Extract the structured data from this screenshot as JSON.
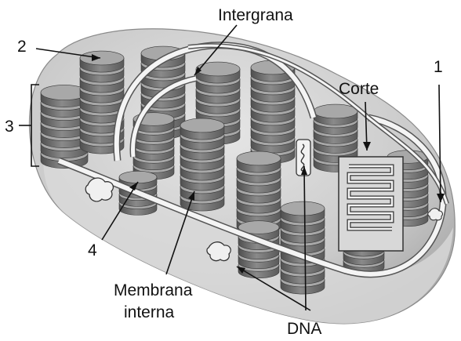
{
  "diagram": {
    "labels": {
      "intergrana": "Intergrana",
      "n2": "2",
      "n1": "1",
      "n3": "3",
      "corte": "Corte",
      "n4": "4",
      "membrana_line1": "Membrana",
      "membrana_line2": "interna",
      "dna": "DNA"
    },
    "colors": {
      "body": "#cfcfcf",
      "stroma": "#e2e2e2",
      "disc_side": "#6f6f6f",
      "disc_top": "#a8a8a8",
      "membrane": "#f4f4f4",
      "label": "#111111"
    }
  }
}
